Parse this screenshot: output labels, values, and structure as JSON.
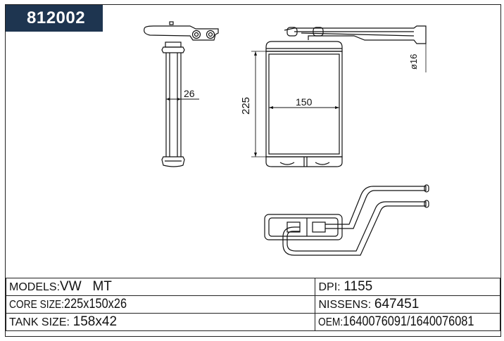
{
  "part_number": "812002",
  "dimensions": {
    "tube_diameter": "ø16",
    "core_height": "225",
    "core_width": "150",
    "core_depth": "26"
  },
  "specs": {
    "models_label": "MODELS:",
    "models_value": "VW   MT",
    "dpi_label": "DPI:",
    "dpi_value": "1155",
    "core_size_label": "CORE SIZE:",
    "core_size_value": "225x150x26",
    "nissens_label": "NISSENS:",
    "nissens_value": "647451",
    "tank_size_label": "TANK SIZE:",
    "tank_size_value": "158x42",
    "oem_label": "OEM:",
    "oem_value": "1640076091/1640076081"
  }
}
